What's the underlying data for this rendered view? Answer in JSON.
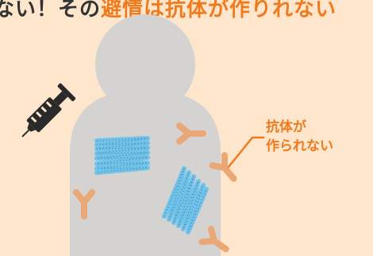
{
  "header": {
    "part1": "ない！その",
    "highlight": "避情は抗体が作りれない"
  },
  "callout": {
    "line1": "抗体が",
    "line2": "作られない"
  },
  "colors": {
    "background": "#fde6cb",
    "body": "#d5d3d2",
    "accent": "#f07a1e",
    "antibody": "#eaa877",
    "mrna": "#6fc3ea",
    "syringe": "#2a2a2a"
  },
  "icons": [
    "syringe-icon",
    "antibody-icon",
    "mrna-strand-icon",
    "person-silhouette-icon"
  ]
}
